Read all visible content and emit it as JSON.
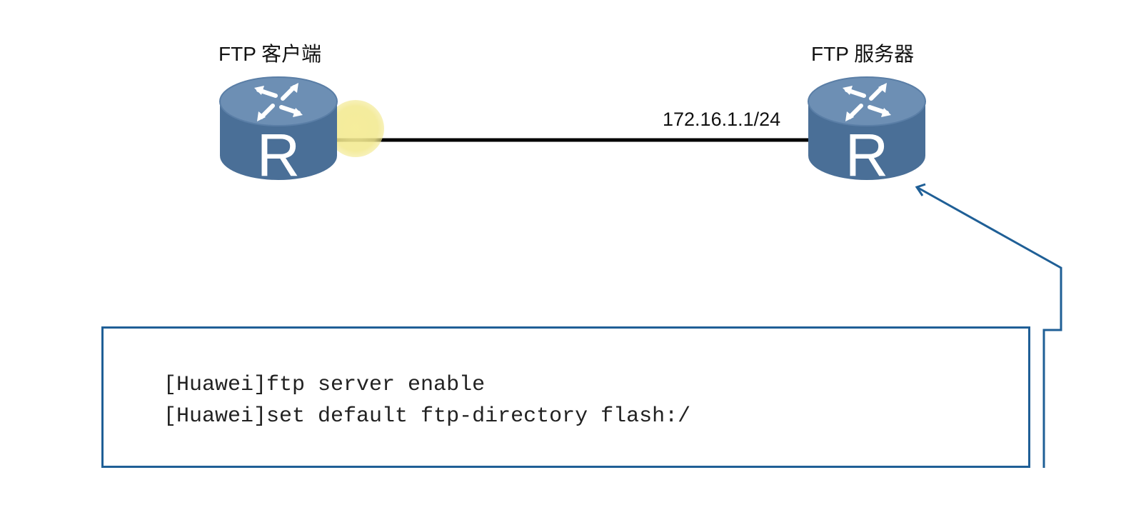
{
  "client": {
    "label": "FTP 客户端",
    "icon": "router-icon",
    "icon_letter": "R"
  },
  "server": {
    "label": "FTP 服务器",
    "icon": "router-icon",
    "icon_letter": "R",
    "ip": "172.16.1.1/24"
  },
  "config": {
    "lines": [
      "[Huawei]ftp server enable",
      "[Huawei]set default ftp-directory flash:/"
    ]
  },
  "colors": {
    "router_body": "#4a6f97",
    "router_top": "#6d8fb4",
    "link": "#000000",
    "callout": "#1f5f96",
    "text": "#111111"
  }
}
